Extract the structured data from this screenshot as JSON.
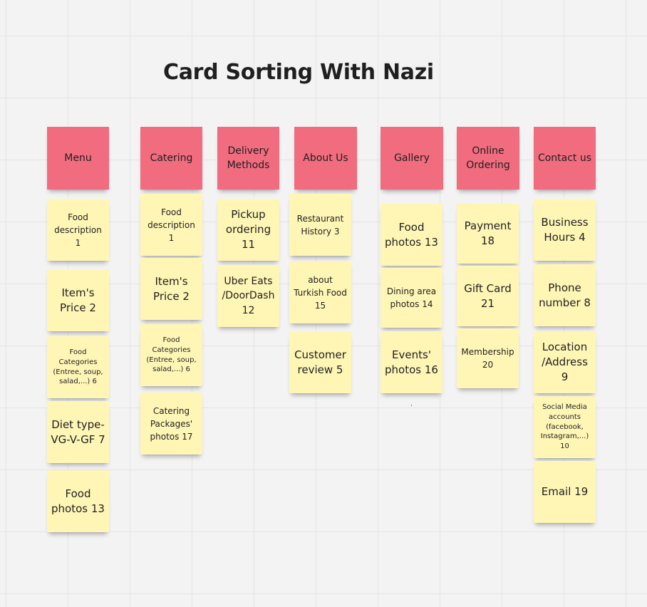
{
  "board": {
    "title": "Card Sorting With Nazi"
  },
  "colors": {
    "header_note": "#f16c7f",
    "card_note": "#fff6b6",
    "canvas": "#f3f3f3"
  },
  "columns": [
    {
      "header": "Menu",
      "cards": [
        "Food description 1",
        "Item's Price 2",
        "Food Categories (Entree, soup, salad,...) 6",
        "Diet type- VG-V-GF 7",
        "Food photos 13"
      ]
    },
    {
      "header": "Catering",
      "cards": [
        "Food description 1",
        "Item's Price 2",
        "Food Categories (Entree, soup, salad,...) 6",
        "Catering Packages' photos 17"
      ]
    },
    {
      "header": "Delivery Methods",
      "cards": [
        "Pickup ordering 11",
        "Uber Eats /DoorDash 12"
      ]
    },
    {
      "header": "About Us",
      "cards": [
        "Restaurant History 3",
        "about Turkish Food 15",
        "Customer review 5"
      ]
    },
    {
      "header": "Gallery",
      "cards": [
        "Food photos 13",
        "Dining area photos 14",
        "Events' photos 16"
      ]
    },
    {
      "header": "Online Ordering",
      "cards": [
        "Payment 18",
        "Gift Card 21",
        "Membership 20"
      ]
    },
    {
      "header": "Contact us",
      "cards": [
        "Business Hours 4",
        "Phone number 8",
        "Location /Address 9",
        "Social Media accounts (facebook, Instagram,...) 10",
        "Email 19"
      ]
    }
  ]
}
